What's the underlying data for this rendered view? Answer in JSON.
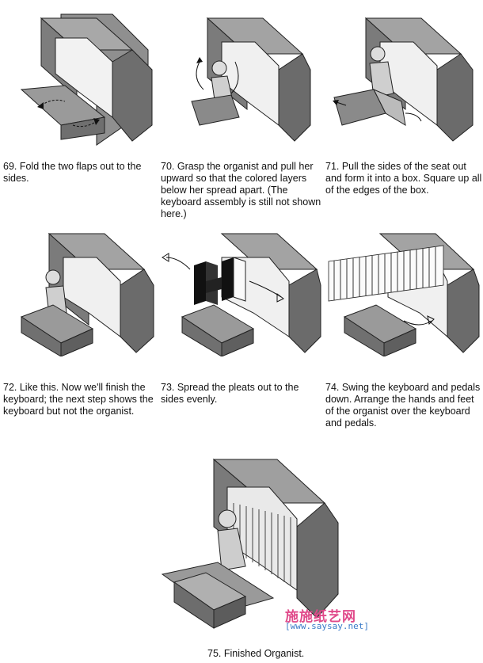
{
  "steps": [
    {
      "caption": "69. Fold the two flaps out to the sides."
    },
    {
      "caption": "70. Grasp the organist and pull her upward so that the colored layers below her spread apart. (The keyboard assembly is still not shown here.)"
    },
    {
      "caption": "71. Pull the sides of the seat out and form it into a box. Square up all of the edges of the box."
    },
    {
      "caption": "72. Like this. Now we'll finish the keyboard; the next step shows the keyboard but not the organist."
    },
    {
      "caption": "73. Spread the pleats out to the sides evenly."
    },
    {
      "caption": "74. Swing the keyboard and pedals down. Arrange the hands and feet of the organist over the keyboard and pedals."
    },
    {
      "caption": "75. Finished Organist."
    }
  ],
  "watermark": {
    "brand": "施施纸艺网",
    "url": "[www.saysay.net]"
  },
  "colors": {
    "paper_gray": "#8a8a8a",
    "paper_light": "#cfcfcf",
    "ink": "#111111"
  }
}
